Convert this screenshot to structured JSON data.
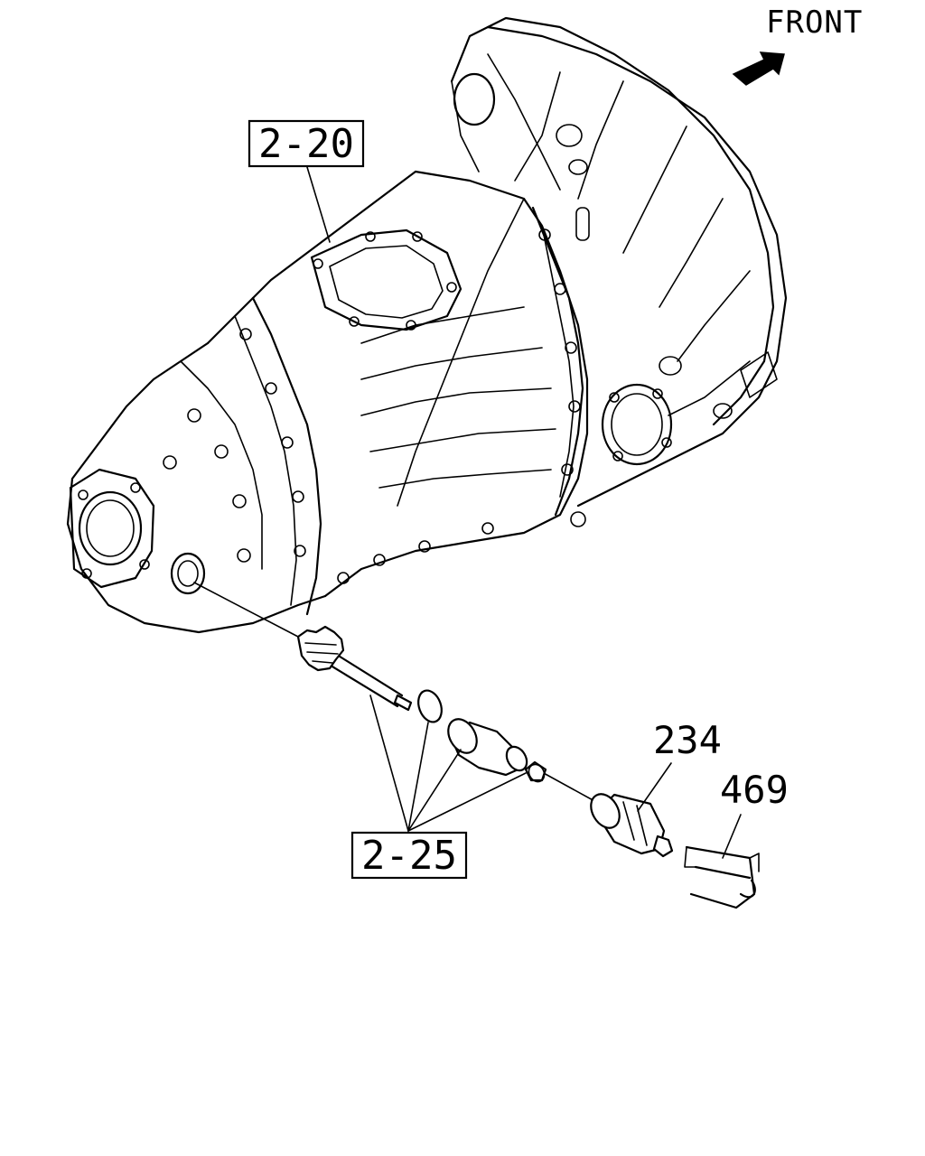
{
  "orientation": {
    "text": "FRONT",
    "icon": "arrow-icon"
  },
  "references": [
    {
      "id": "ref-2-20",
      "text": "2-20"
    },
    {
      "id": "ref-2-25",
      "text": "2-25"
    }
  ],
  "callouts": [
    {
      "id": "callout-234",
      "text": "234"
    },
    {
      "id": "callout-469",
      "text": "469"
    }
  ]
}
